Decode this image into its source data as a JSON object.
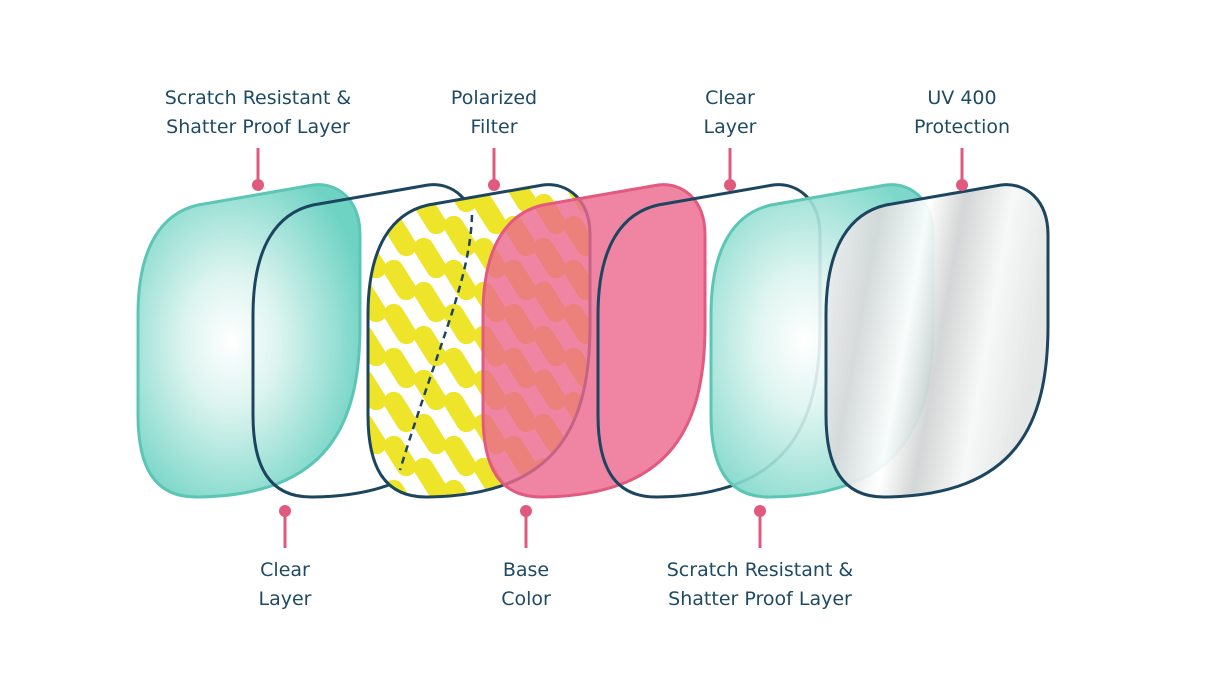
{
  "colors": {
    "label_text": "#1e4a63",
    "pointer": "#e05a7e",
    "teal_fill": "#6fd3c4",
    "teal_stroke": "#5cc6b4",
    "dark_outline": "#1c4560",
    "yellow": "#eee42a",
    "pink_fill": "#ec6a8e",
    "pink_stroke": "#e25a80",
    "silver": "#d9dcdc"
  },
  "labels": {
    "top_1": {
      "line1": "Scratch Resistant &",
      "line2": "Shatter Proof Layer"
    },
    "top_2": {
      "line1": "Polarized",
      "line2": "Filter"
    },
    "top_3": {
      "line1": "Clear",
      "line2": "Layer"
    },
    "top_4": {
      "line1": "UV 400",
      "line2": "Protection"
    },
    "bottom_1": {
      "line1": "Clear",
      "line2": "Layer"
    },
    "bottom_2": {
      "line1": "Base",
      "line2": "Color"
    },
    "bottom_3": {
      "line1": "Scratch Resistant &",
      "line2": "Shatter Proof Layer"
    }
  },
  "layers": [
    {
      "id": "scratch-resistant-1",
      "style": "teal"
    },
    {
      "id": "clear-1",
      "style": "outline"
    },
    {
      "id": "polarized",
      "style": "pattern"
    },
    {
      "id": "base-color",
      "style": "pink"
    },
    {
      "id": "clear-2",
      "style": "outline"
    },
    {
      "id": "scratch-resistant-2",
      "style": "teal"
    },
    {
      "id": "uv-400",
      "style": "silver"
    }
  ]
}
